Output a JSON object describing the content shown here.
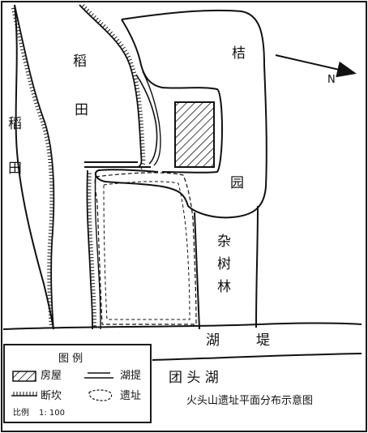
{
  "map": {
    "labels": {
      "rice_field_left": [
        "稻",
        "田"
      ],
      "rice_field_mid": [
        "稻",
        "田"
      ],
      "orange_garden": [
        "桔",
        "园"
      ],
      "mixed_woods": [
        "杂",
        "树",
        "林"
      ],
      "lake_dike": [
        "湖",
        "堤"
      ],
      "lake": "团 头 湖",
      "north": "N"
    },
    "caption": "火头山遗址平面分布示意图",
    "colors": {
      "ink": "#111111",
      "paper": "#ffffff"
    }
  },
  "legend": {
    "title": "图  例",
    "items": {
      "house": "房屋",
      "dike": "湖提",
      "scarp": "断坎",
      "site": "遗址"
    },
    "scale_label": "比例",
    "scale_value": "1: 100"
  }
}
